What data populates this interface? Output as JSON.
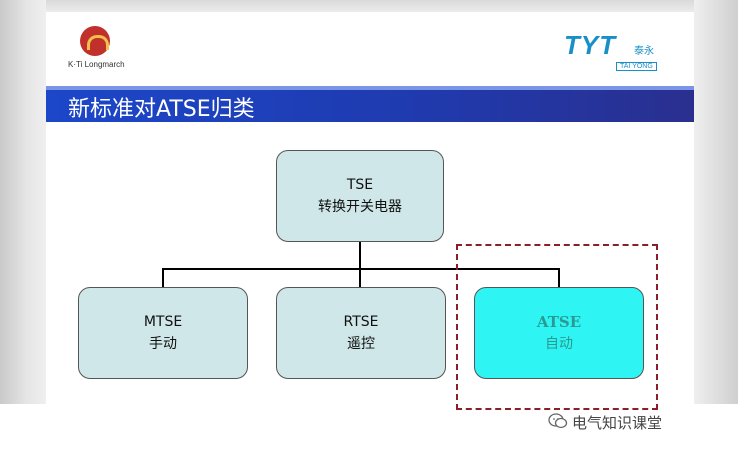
{
  "slide": {
    "title": "新标准对ATSE归类",
    "logo_left": {
      "brand_text": "K·Ti Longmarch"
    },
    "logo_right": {
      "mark": "TYT",
      "cn": "泰永",
      "en": "TAI YONG"
    }
  },
  "diagram": {
    "root": {
      "line1": "TSE",
      "line2": "转换开关电器"
    },
    "children": [
      {
        "line1": "MTSE",
        "line2": "手动"
      },
      {
        "line1": "RTSE",
        "line2": "遥控"
      },
      {
        "line1": "ATSE",
        "line2": "自动",
        "highlighted": true
      }
    ]
  },
  "colors": {
    "title_bar": "#1f3bb0",
    "node_fill": "#cfe7e8",
    "highlight_fill": "#2ef4f4",
    "dashed_border": "#8a1f2a"
  },
  "watermark": {
    "text": "电气知识课堂",
    "icon": "wechat-icon"
  }
}
